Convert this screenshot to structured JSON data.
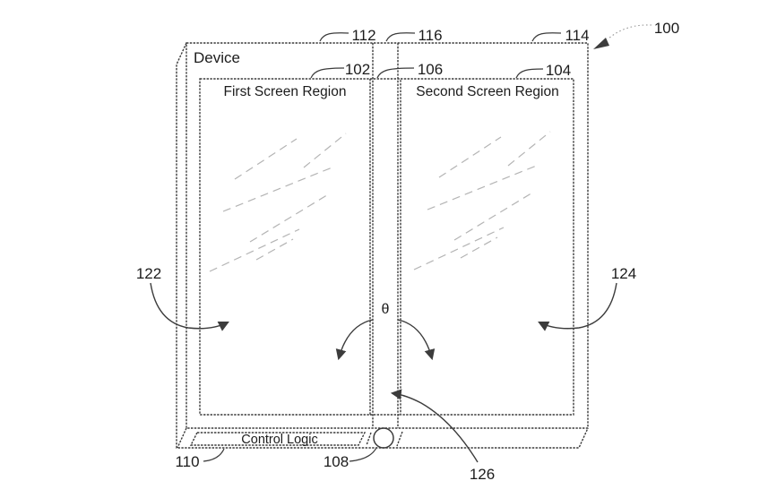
{
  "figure": {
    "device_label": "Device",
    "first_screen_label": "First Screen Region",
    "second_screen_label": "Second Screen Region",
    "control_logic_label": "Control Logic",
    "angle_symbol": "θ",
    "refs": {
      "overall": "100",
      "first_screen": "102",
      "second_screen": "104",
      "hinge_region": "106",
      "circular_component": "108",
      "control_logic": "110",
      "first_bezel": "112",
      "second_bezel": "114",
      "hinge_top": "116",
      "first_rotation": "122",
      "second_rotation": "124",
      "hinge_bottom": "126"
    },
    "colors": {
      "outline": "#3c3c3c",
      "glare": "#b4b4b4",
      "dotted_leader": "#9a9a9a",
      "text": "#1c1c1c",
      "background": "#ffffff"
    }
  }
}
